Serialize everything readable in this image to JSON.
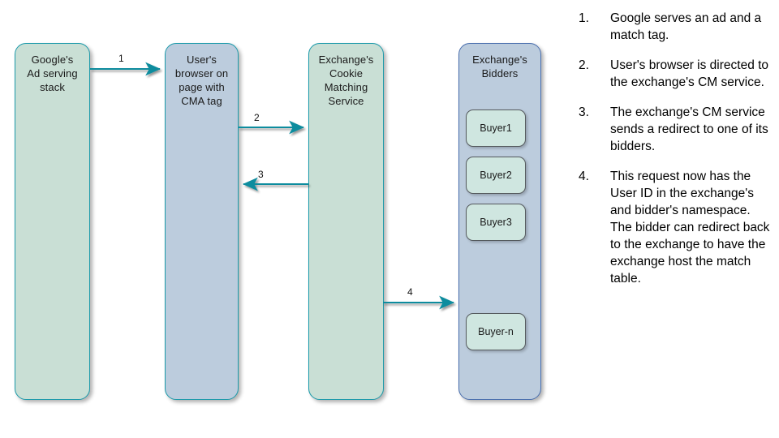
{
  "diagram": {
    "title": "Cookie matching flow between Google ad serving, user browser, exchange CM service and exchange bidders",
    "accent_arrow_color": "#0d8c9e",
    "lanes": [
      {
        "id": "google-ad-serving-stack",
        "label": "Google's\nAd serving\nstack",
        "fill": "#c9dfd5",
        "border": "#1b9aaa"
      },
      {
        "id": "user-browser",
        "label": "User's\nbrowser on\npage with\nCMA tag",
        "fill": "#bcccdd",
        "border": "#1b9aaa"
      },
      {
        "id": "exchange-cookie-matching-service",
        "label": "Exchange's\nCookie\nMatching\nService",
        "fill": "#c9dfd5",
        "border": "#1b9aaa"
      },
      {
        "id": "exchange-bidders",
        "label": "Exchange's\nBidders",
        "fill": "#bcccdd",
        "border": "#4a6fae"
      }
    ],
    "buyers": [
      {
        "id": "buyer-1",
        "label": "Buyer1"
      },
      {
        "id": "buyer-2",
        "label": "Buyer2"
      },
      {
        "id": "buyer-3",
        "label": "Buyer3"
      },
      {
        "id": "buyer-n",
        "label": "Buyer-n"
      }
    ],
    "arrows": [
      {
        "id": "arrow-1",
        "label": "1",
        "from": "google-ad-serving-stack",
        "to": "user-browser",
        "direction": "right"
      },
      {
        "id": "arrow-2",
        "label": "2",
        "from": "user-browser",
        "to": "exchange-cookie-matching-service",
        "direction": "right"
      },
      {
        "id": "arrow-3",
        "label": "3",
        "from": "exchange-cookie-matching-service",
        "to": "user-browser",
        "direction": "left"
      },
      {
        "id": "arrow-4",
        "label": "4",
        "from": "exchange-cookie-matching-service",
        "to": "exchange-bidders",
        "direction": "right"
      }
    ]
  },
  "steps": [
    {
      "number": "1.",
      "text": "Google serves an ad and a match tag."
    },
    {
      "number": "2.",
      "text": "User's browser is directed to the exchange's CM service."
    },
    {
      "number": "3.",
      "text": "The exchange's CM service sends a redirect to one of its bidders."
    },
    {
      "number": "4.",
      "text": "This request now has the User ID in the exchange's and bidder's namespace. The bidder can redirect back to the exchange to have the exchange host the match table."
    }
  ]
}
